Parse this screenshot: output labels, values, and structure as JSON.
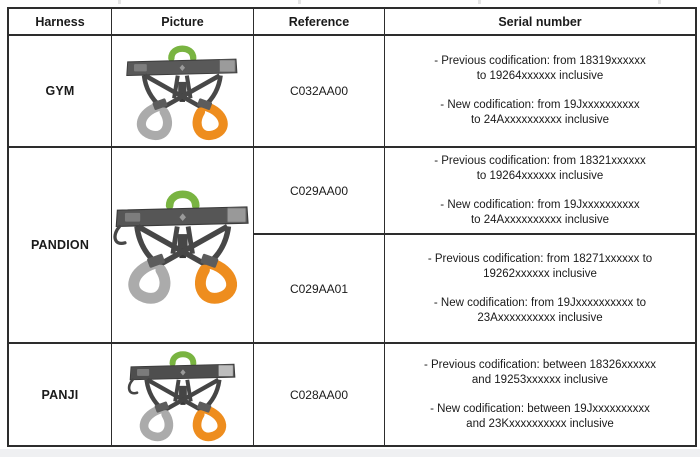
{
  "page": {
    "background": "#ffffff",
    "footer_strip_color": "#eff0f2",
    "border_color": "#2d2d2d"
  },
  "colors": {
    "accent_green": "#79b441",
    "accent_orange": "#ee8d1e",
    "text": "#1a1a1a"
  },
  "header": {
    "columns": [
      "Harness",
      "Picture",
      "Reference",
      "Serial number"
    ]
  },
  "rows": [
    {
      "name": "GYM",
      "picture": {
        "label": "gym-harness-photo",
        "belt": "#595959",
        "strap": "#484848",
        "left_loop": "#ababab",
        "right_loop": "#ee8d1e",
        "top_loop": "#79b441",
        "buckle": "#9b9b9b",
        "gear_loop": false
      },
      "entries": [
        {
          "reference": "C032AA00",
          "serial": {
            "previous": [
              "- Previous codification: from 18319xxxxxx",
              "to 19264xxxxxx inclusive"
            ],
            "new": [
              "- New codification: from 19Jxxxxxxxxxx",
              "to 24Axxxxxxxxxx inclusive"
            ]
          }
        }
      ]
    },
    {
      "name": "PANDION",
      "picture": {
        "label": "pandion-harness-photo",
        "belt": "#565656",
        "strap": "#474747",
        "left_loop": "#ababab",
        "right_loop": "#ee8d1e",
        "top_loop": "#79b441",
        "buckle": "#999999",
        "gear_loop": true
      },
      "entries": [
        {
          "reference": "C029AA00",
          "serial": {
            "previous": [
              "- Previous codification: from 18321xxxxxx",
              "to 19264xxxxxx inclusive"
            ],
            "new": [
              "- New codification: from 19Jxxxxxxxxxx",
              "to 24Axxxxxxxxxx inclusive"
            ]
          }
        },
        {
          "reference": "C029AA01",
          "serial": {
            "previous": [
              "- Previous codification: from 18271xxxxxx to",
              "19262xxxxxx inclusive"
            ],
            "new": [
              "- New codification: from 19Jxxxxxxxxxx to",
              "23Axxxxxxxxxx inclusive"
            ]
          }
        }
      ]
    },
    {
      "name": "PANJI",
      "picture": {
        "label": "panji-harness-photo",
        "belt": "#4e4e4e",
        "strap": "#454545",
        "left_loop": "#ababab",
        "right_loop": "#ee8d1e",
        "top_loop": "#79b441",
        "buckle": "#bdbdbd",
        "gear_loop": true
      },
      "entries": [
        {
          "reference": "C028AA00",
          "serial": {
            "previous": [
              "- Previous codification: between 18326xxxxxx",
              "and 19253xxxxxx inclusive"
            ],
            "new": [
              "- New codification: between 19Jxxxxxxxxxx",
              "and 23Kxxxxxxxxxx inclusive"
            ]
          }
        }
      ]
    }
  ]
}
